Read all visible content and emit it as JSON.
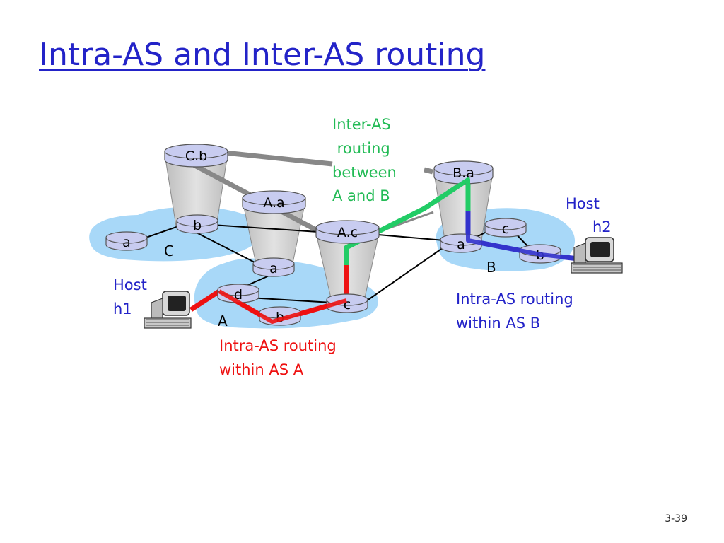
{
  "slide": {
    "title": "Intra-AS and Inter-AS routing",
    "page_number": "3-39"
  },
  "colors": {
    "title": "#2323c8",
    "cloud": "#a8d8f8",
    "router_fill": "#c8ccf0",
    "router_stroke": "#555555",
    "inter_as_path": "#22cc66",
    "intra_as_a_path": "#ee1111",
    "intra_as_b_path": "#3333cc",
    "gateway_link": "#888888"
  },
  "autonomous_systems": [
    {
      "id": "C",
      "label": "C"
    },
    {
      "id": "A",
      "label": "A"
    },
    {
      "id": "B",
      "label": "B"
    }
  ],
  "routers": {
    "cb": "C.b",
    "aa": "A.a",
    "ac": "A.c",
    "ba": "B.a",
    "c_a": "a",
    "c_b": "b",
    "a_a": "a",
    "a_d": "d",
    "a_b": "b",
    "a_c": "c",
    "b_a": "a",
    "b_c": "c",
    "b_b": "b"
  },
  "hosts": {
    "h1": [
      "Host",
      "h1"
    ],
    "h2": [
      "Host",
      "h2"
    ]
  },
  "annotations": {
    "inter_as": [
      "Inter-AS",
      " routing",
      "between",
      "A and B"
    ],
    "intra_a": [
      "Intra-AS routing",
      "within AS A"
    ],
    "intra_b": [
      "Intra-AS routing",
      "within AS B"
    ]
  }
}
